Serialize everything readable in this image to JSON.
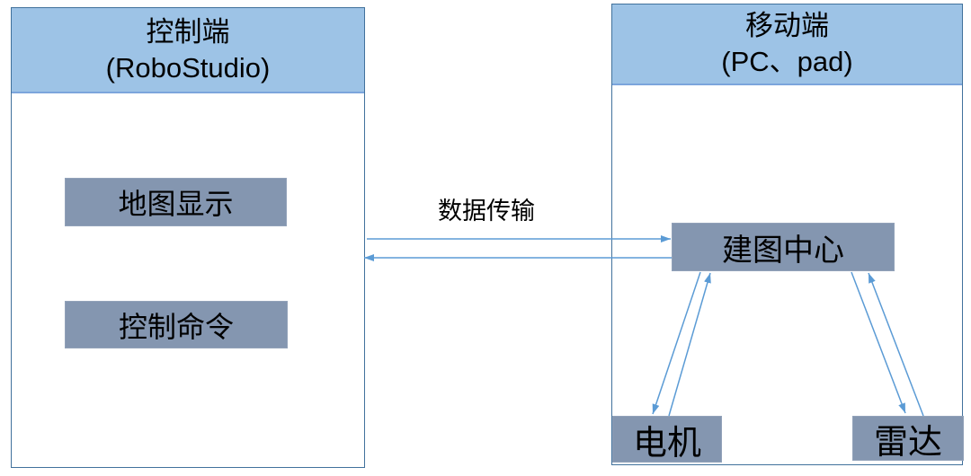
{
  "diagram": {
    "left_panel": {
      "title_line1": "控制端",
      "title_line2": "(RoboStudio)",
      "map_box_label": "地图显示",
      "command_box_label": "控制命令"
    },
    "right_panel": {
      "title_line1": "移动端",
      "title_line2": "(PC、pad)",
      "mapping_center_label": "建图中心",
      "motor_label": "电机",
      "lidar_label": "雷达"
    },
    "connection_label": "数据传输",
    "colors": {
      "background": "#FFFFFF",
      "panel_border": "#41719C",
      "header_fill": "#9DC3E6",
      "header_border": "#7CA5DC",
      "inner_box_fill": "#8496B0",
      "inner_box_border": "#92A2B9",
      "arrow": "#5B9BD5",
      "text": "#000000"
    }
  }
}
